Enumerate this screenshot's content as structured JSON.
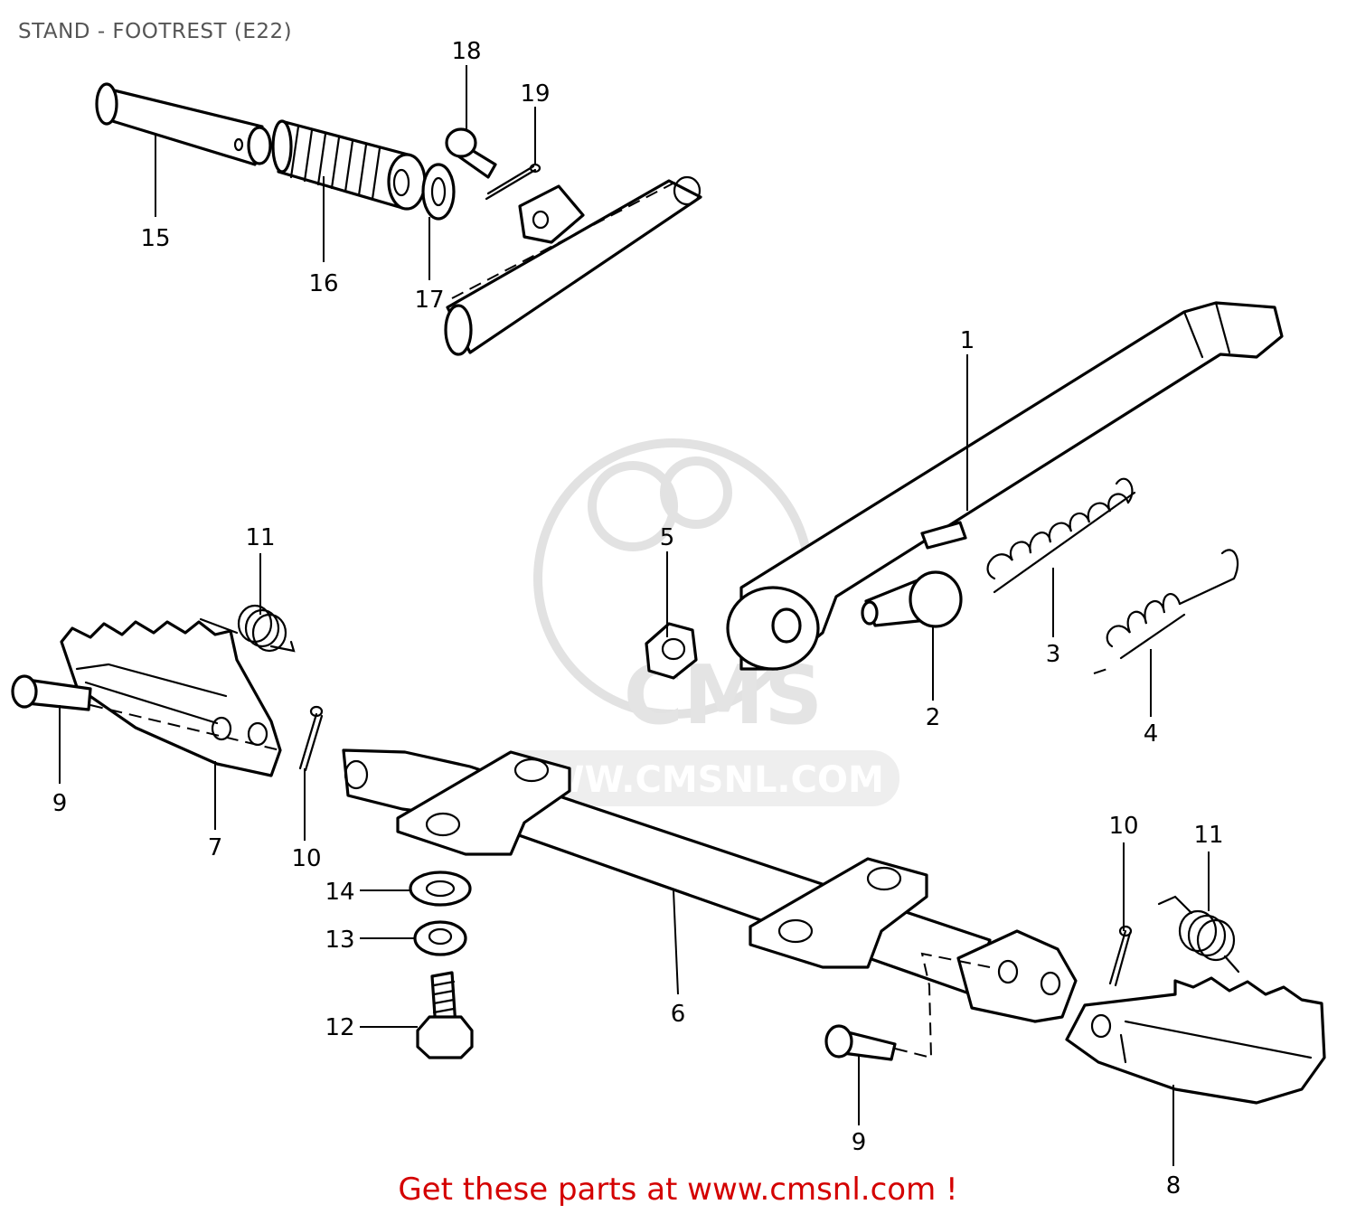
{
  "title": "STAND - FOOTREST (E22)",
  "cta": "Get these parts at www.cmsnl.com !",
  "watermark": {
    "logo": "CMS",
    "url": "WWW.CMSNL.COM"
  },
  "callouts": {
    "c1": "1",
    "c2": "2",
    "c3": "3",
    "c4": "4",
    "c5": "5",
    "c6": "6",
    "c7": "7",
    "c8": "8",
    "c9a": "9",
    "c9b": "9",
    "c10a": "10",
    "c10b": "10",
    "c11a": "11",
    "c11b": "11",
    "c12": "12",
    "c13": "13",
    "c14": "14",
    "c15": "15",
    "c16": "16",
    "c17": "17",
    "c18": "18",
    "c19": "19"
  },
  "colors": {
    "title": "#555555",
    "cta": "#d40000",
    "line": "#000000"
  }
}
